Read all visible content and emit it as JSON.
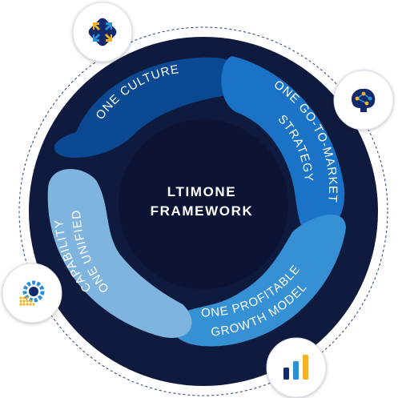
{
  "framework": {
    "title_line1": "LTIMONE",
    "title_line2": "FRAMEWORK"
  },
  "segments": [
    {
      "label": "ONE CULTURE",
      "color": "#0b4a93"
    },
    {
      "label_line1": "ONE GO-TO-MARKET",
      "label_line2": "STRATEGY",
      "color": "#1a73c6"
    },
    {
      "label_line1": "ONE PROFITABLE",
      "label_line2": "GROWTH MODEL",
      "color": "#3590d4"
    },
    {
      "label_line1": "ONE UNIFIED",
      "label_line2": "CAPABILITY",
      "color": "#7fb4df"
    }
  ],
  "colors": {
    "ring": "#0e1a3e",
    "inner_disc": "#0d1433",
    "icon_navy": "#122a6b",
    "icon_blue": "#2b8fd6",
    "icon_yellow": "#f4b324"
  },
  "icons": [
    "collaboration-arrows-icon",
    "brain-network-icon",
    "bar-chart-icon",
    "gear-data-icon"
  ]
}
